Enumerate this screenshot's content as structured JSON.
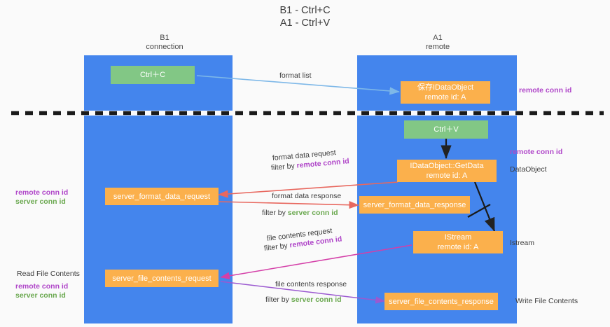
{
  "title": "B1 - Ctrl+C\nA1 - Ctrl+V",
  "columns": [
    {
      "name": "b1",
      "label": "B1\nconnection"
    },
    {
      "name": "a1",
      "label": "A1\nremote"
    }
  ],
  "nodes": [
    {
      "name": "ctrl-c-node",
      "label": "Ctrl＋C"
    },
    {
      "name": "save-idataobject-node",
      "label": "保存IDataObject\nremote id: A"
    },
    {
      "name": "ctrl-v-node",
      "label": "Ctrl＋V"
    },
    {
      "name": "idataobject-getdata-node",
      "label": "IDataObject::GetData\nremote id: A"
    },
    {
      "name": "server-format-data-request-node",
      "label": "server_format_data_request"
    },
    {
      "name": "server-format-data-response-node",
      "label": "server_format_data_response"
    },
    {
      "name": "istream-node",
      "label": "IStream\nremote id: A"
    },
    {
      "name": "server-file-contents-request-node",
      "label": "server_file_contents_request"
    },
    {
      "name": "server-file-contents-response-node",
      "label": "server_file_contents_response"
    }
  ],
  "edge_labels": {
    "format_list": "format list",
    "format_data_request": "format data request",
    "format_data_request_filter_prefix": "filter by ",
    "format_data_request_filter_key": "remote conn id",
    "format_data_response": "format data response",
    "format_data_response_filter_prefix": "filter by ",
    "format_data_response_filter_key": "server conn id",
    "file_contents_request": "file contents request",
    "file_contents_request_filter_prefix": "filter by ",
    "file_contents_request_filter_key": "remote conn id",
    "file_contents_response": "file contents response",
    "file_contents_response_filter_prefix": "filter by ",
    "file_contents_response_filter_key": "server conn id"
  },
  "annotations": {
    "right_remote_conn_id_top": "remote conn id",
    "right_remote_conn_id_mid": "remote conn id",
    "right_dataobject": "DataObject",
    "right_istream": "Istream",
    "right_write_file_contents": "Write File Contents",
    "left_remote_conn_id_mid": "remote conn id",
    "left_server_conn_id_mid": "server conn id",
    "left_read_file_contents": "Read File Contents",
    "left_remote_conn_id_bottom": "remote conn id",
    "left_server_conn_id_bottom": "server conn id"
  },
  "colors": {
    "lane": "#4485ed",
    "green_node": "#82c785",
    "orange_node": "#fbb04c",
    "purple": "#b047c9",
    "green_text": "#6aa84f",
    "red_arrow": "#e8685f",
    "blue_arrow": "#7eb8e8",
    "magenta_arrow": "#d43fa8",
    "violet_arrow": "#9b59d0",
    "black_arrow": "#222222",
    "background": "#fafafa"
  }
}
